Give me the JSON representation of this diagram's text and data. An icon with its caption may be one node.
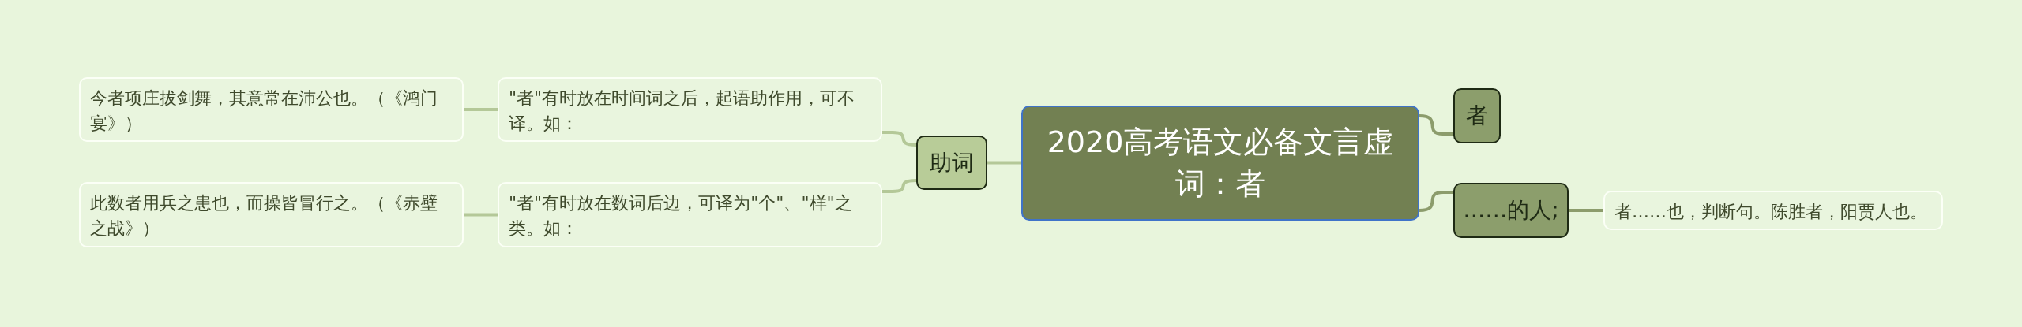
{
  "diagram": {
    "nodes": [
      {
        "text": [
          "2020高考语文必备文言虚词：者"
        ]
      },
      {
        "text": [
          "助词"
        ]
      },
      {
        "text": [
          "\"者\"有时放在时间词之后，起语助作用，可不译。如："
        ]
      },
      {
        "text": [
          "今者项庄拔剑舞，其意常在沛公也。（《鸿门宴》）"
        ]
      },
      {
        "text": [
          "\"者\"有时放在数词后边，可译为\"个\"、\"样\"之类。如："
        ]
      },
      {
        "text": [
          "此数者用兵之患也，而操皆冒行之。（《赤壁之战》）"
        ]
      },
      {
        "text": [
          "者"
        ]
      },
      {
        "text": [
          "……的人;"
        ]
      },
      {
        "text": [
          "者……也，判断句。陈胜者，阳贾人也。"
        ]
      }
    ],
    "edges": [
      {
        "from": 0,
        "to": 1,
        "arrow": "none"
      },
      {
        "from": 1,
        "to": 2,
        "arrow": "none"
      },
      {
        "from": 2,
        "to": 3,
        "arrow": "none"
      },
      {
        "from": 1,
        "to": 4,
        "arrow": "none"
      },
      {
        "from": 4,
        "to": 5,
        "arrow": "none"
      },
      {
        "from": 0,
        "to": 6,
        "arrow": "none",
        "color": "#8c9c6c"
      },
      {
        "from": 0,
        "to": 7,
        "arrow": "none",
        "color": "#8c9c6c"
      },
      {
        "from": 7,
        "to": 8,
        "arrow": "none",
        "color": "#8c9c6c"
      }
    ]
  }
}
